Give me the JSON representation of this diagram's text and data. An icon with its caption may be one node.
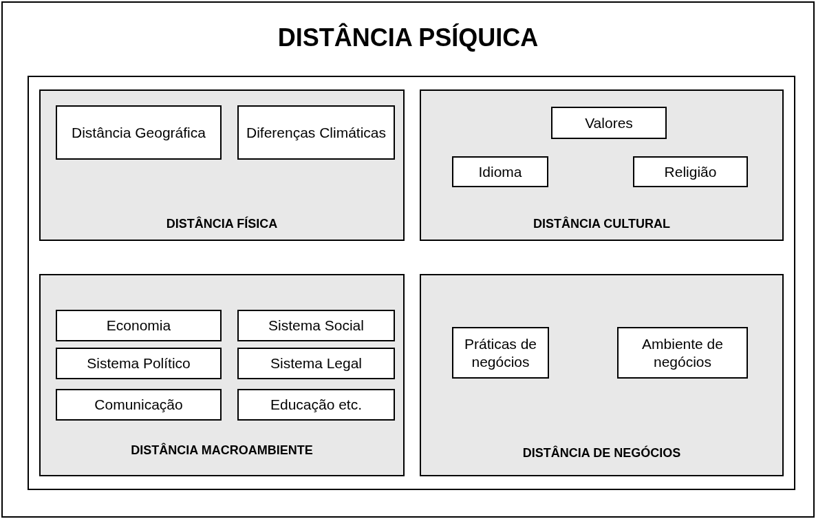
{
  "diagram": {
    "nodes": [
      {
        "text": [
          "DISTÂNCIA PSÍQUICA"
        ]
      },
      {
        "text": [],
        "shape": "box",
        "in": 0
      },
      {
        "text": [
          "DISTÂNCIA FÍSICA"
        ],
        "in": 1
      },
      {
        "text": [
          "Distância Geográfica"
        ],
        "in": 2
      },
      {
        "text": [
          "Diferenças Climáticas"
        ],
        "in": 2
      },
      {
        "text": [
          "DISTÂNCIA CULTURAL"
        ],
        "in": 1
      },
      {
        "text": [
          "Valores"
        ],
        "in": 5
      },
      {
        "text": [
          "Idioma"
        ],
        "in": 5
      },
      {
        "text": [
          "Religião"
        ],
        "in": 5
      },
      {
        "text": [
          "DISTÂNCIA MACROAMBIENTE"
        ],
        "in": 1
      },
      {
        "text": [
          "Economia"
        ],
        "in": 9
      },
      {
        "text": [
          "Sistema Social"
        ],
        "in": 9
      },
      {
        "text": [
          "Sistema Político"
        ],
        "in": 9
      },
      {
        "text": [
          "Sistema Legal"
        ],
        "in": 9
      },
      {
        "text": [
          "Comunicação"
        ],
        "in": 9
      },
      {
        "text": [
          "Educação etc."
        ],
        "in": 9
      },
      {
        "text": [
          "DISTÂNCIA DE NEGÓCIOS"
        ],
        "in": 1
      },
      {
        "text": [
          "Práticas de negócios"
        ],
        "in": 16
      },
      {
        "text": [
          "Ambiente de negócios"
        ],
        "in": 16
      }
    ]
  }
}
